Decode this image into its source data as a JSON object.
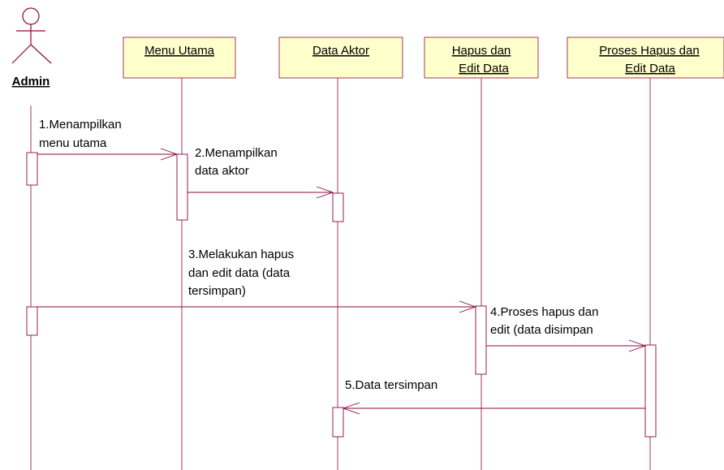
{
  "colors": {
    "line": "#8b0a3a",
    "box_fill": "#ffffcc",
    "text": "#000000"
  },
  "actor": {
    "name": "Admin",
    "icon": "stick-figure-icon"
  },
  "objects": [
    {
      "lines": [
        "Menu Utama"
      ]
    },
    {
      "lines": [
        "Data Aktor"
      ]
    },
    {
      "lines": [
        "Hapus dan",
        "Edit Data"
      ]
    },
    {
      "lines": [
        "Proses Hapus dan",
        "Edit Data"
      ]
    }
  ],
  "messages": [
    {
      "lines": [
        "1.Menampilkan",
        "menu utama"
      ]
    },
    {
      "lines": [
        "2.Menampilkan",
        "data aktor"
      ]
    },
    {
      "lines": [
        "3.Melakukan hapus",
        "dan edit data (data",
        "tersimpan)"
      ]
    },
    {
      "lines": [
        "4.Proses hapus dan",
        "edit (data disimpan"
      ]
    },
    {
      "lines": [
        "5.Data tersimpan"
      ]
    }
  ]
}
